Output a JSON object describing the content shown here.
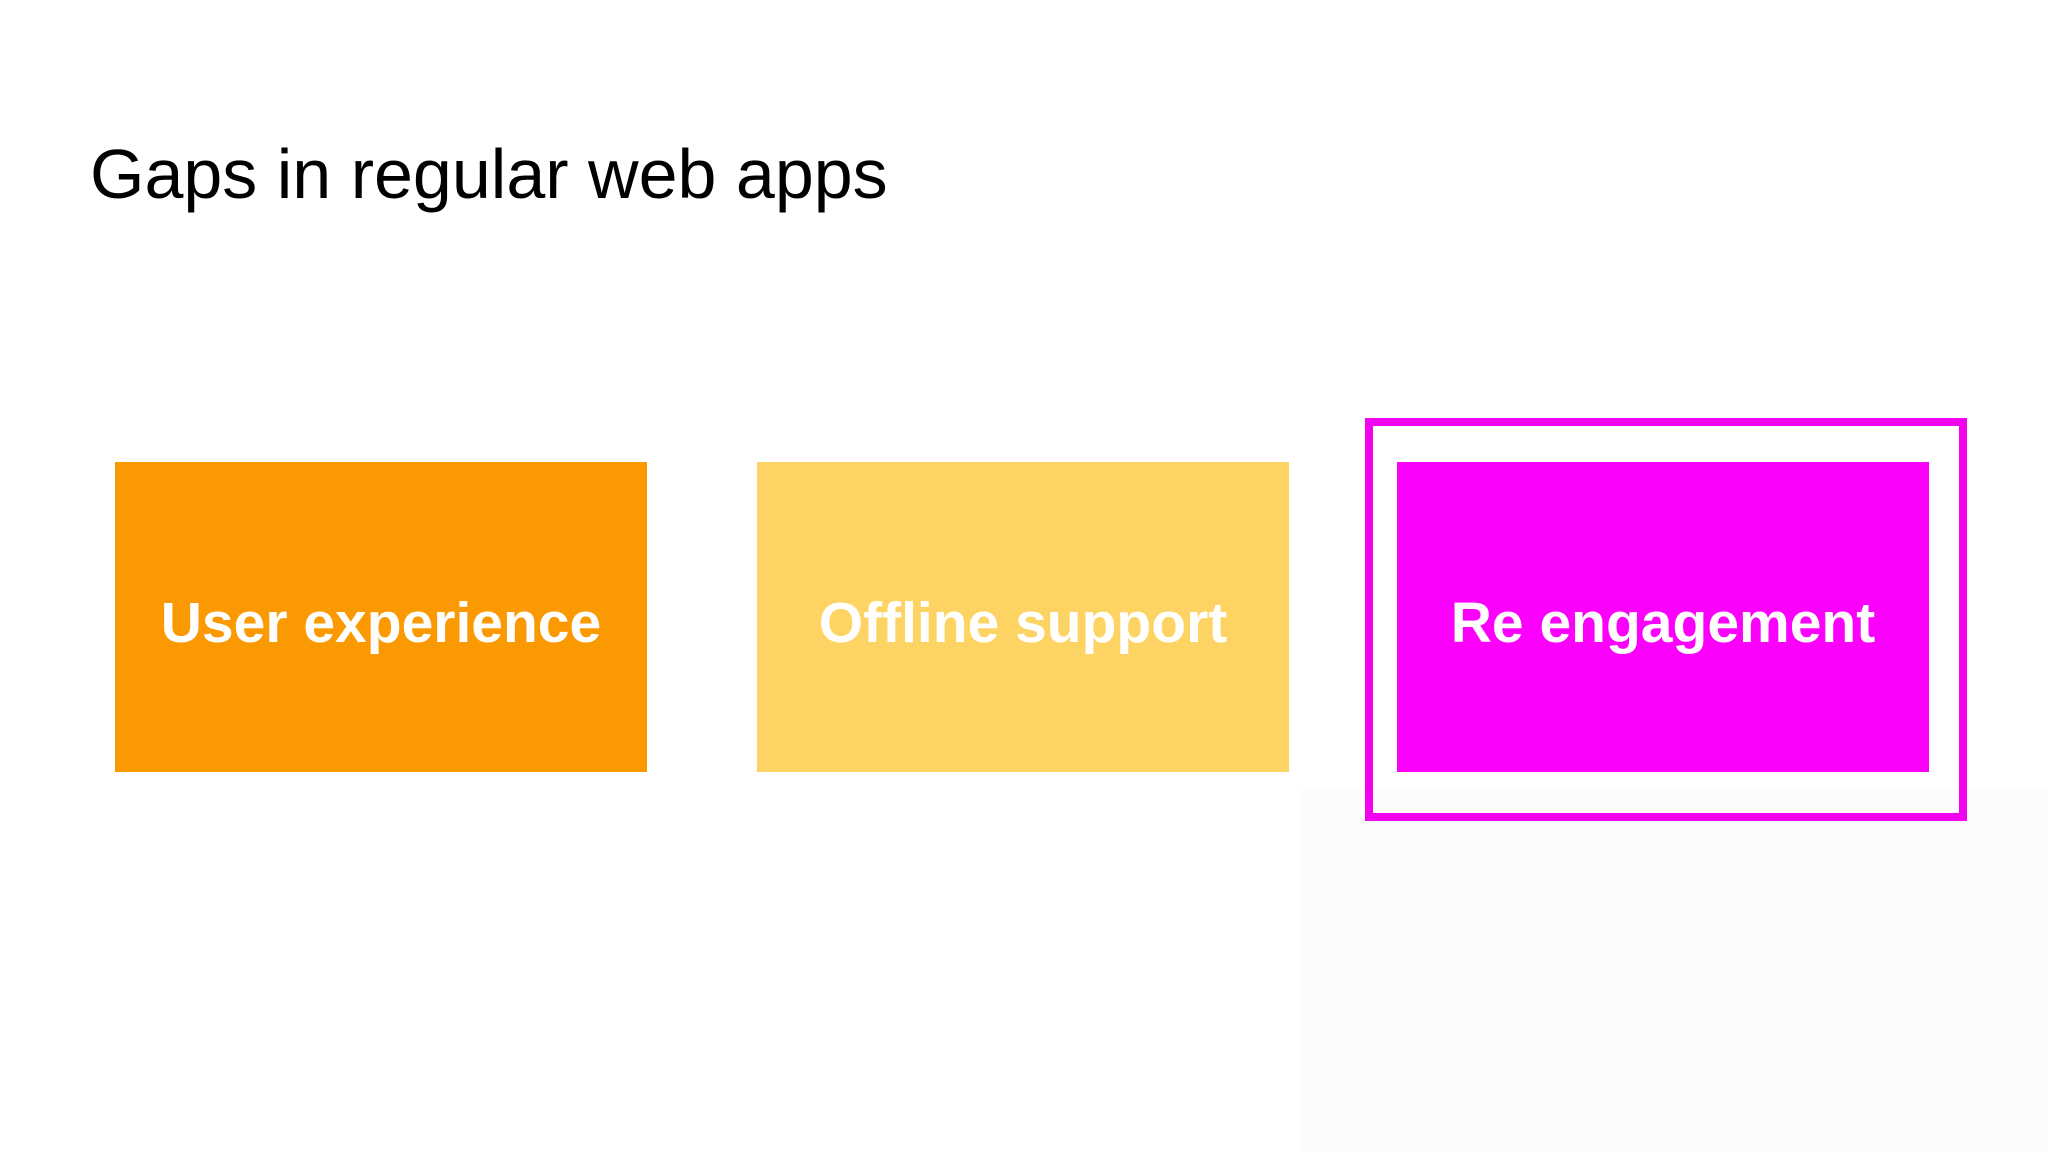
{
  "slide": {
    "title": "Gaps in regular web apps",
    "title_color": "#000000",
    "background": "#ffffff",
    "shade_color": "#fcfcfe",
    "label_color": "#ffffff",
    "highlight_border_color": "#f203f0",
    "boxes": [
      {
        "label": "User experience",
        "color": "#fb9902",
        "highlighted": false
      },
      {
        "label": "Offline support",
        "color": "#fdd464",
        "highlighted": false
      },
      {
        "label": "Re engagement",
        "color": "#fb00fb",
        "highlighted": true
      }
    ]
  }
}
